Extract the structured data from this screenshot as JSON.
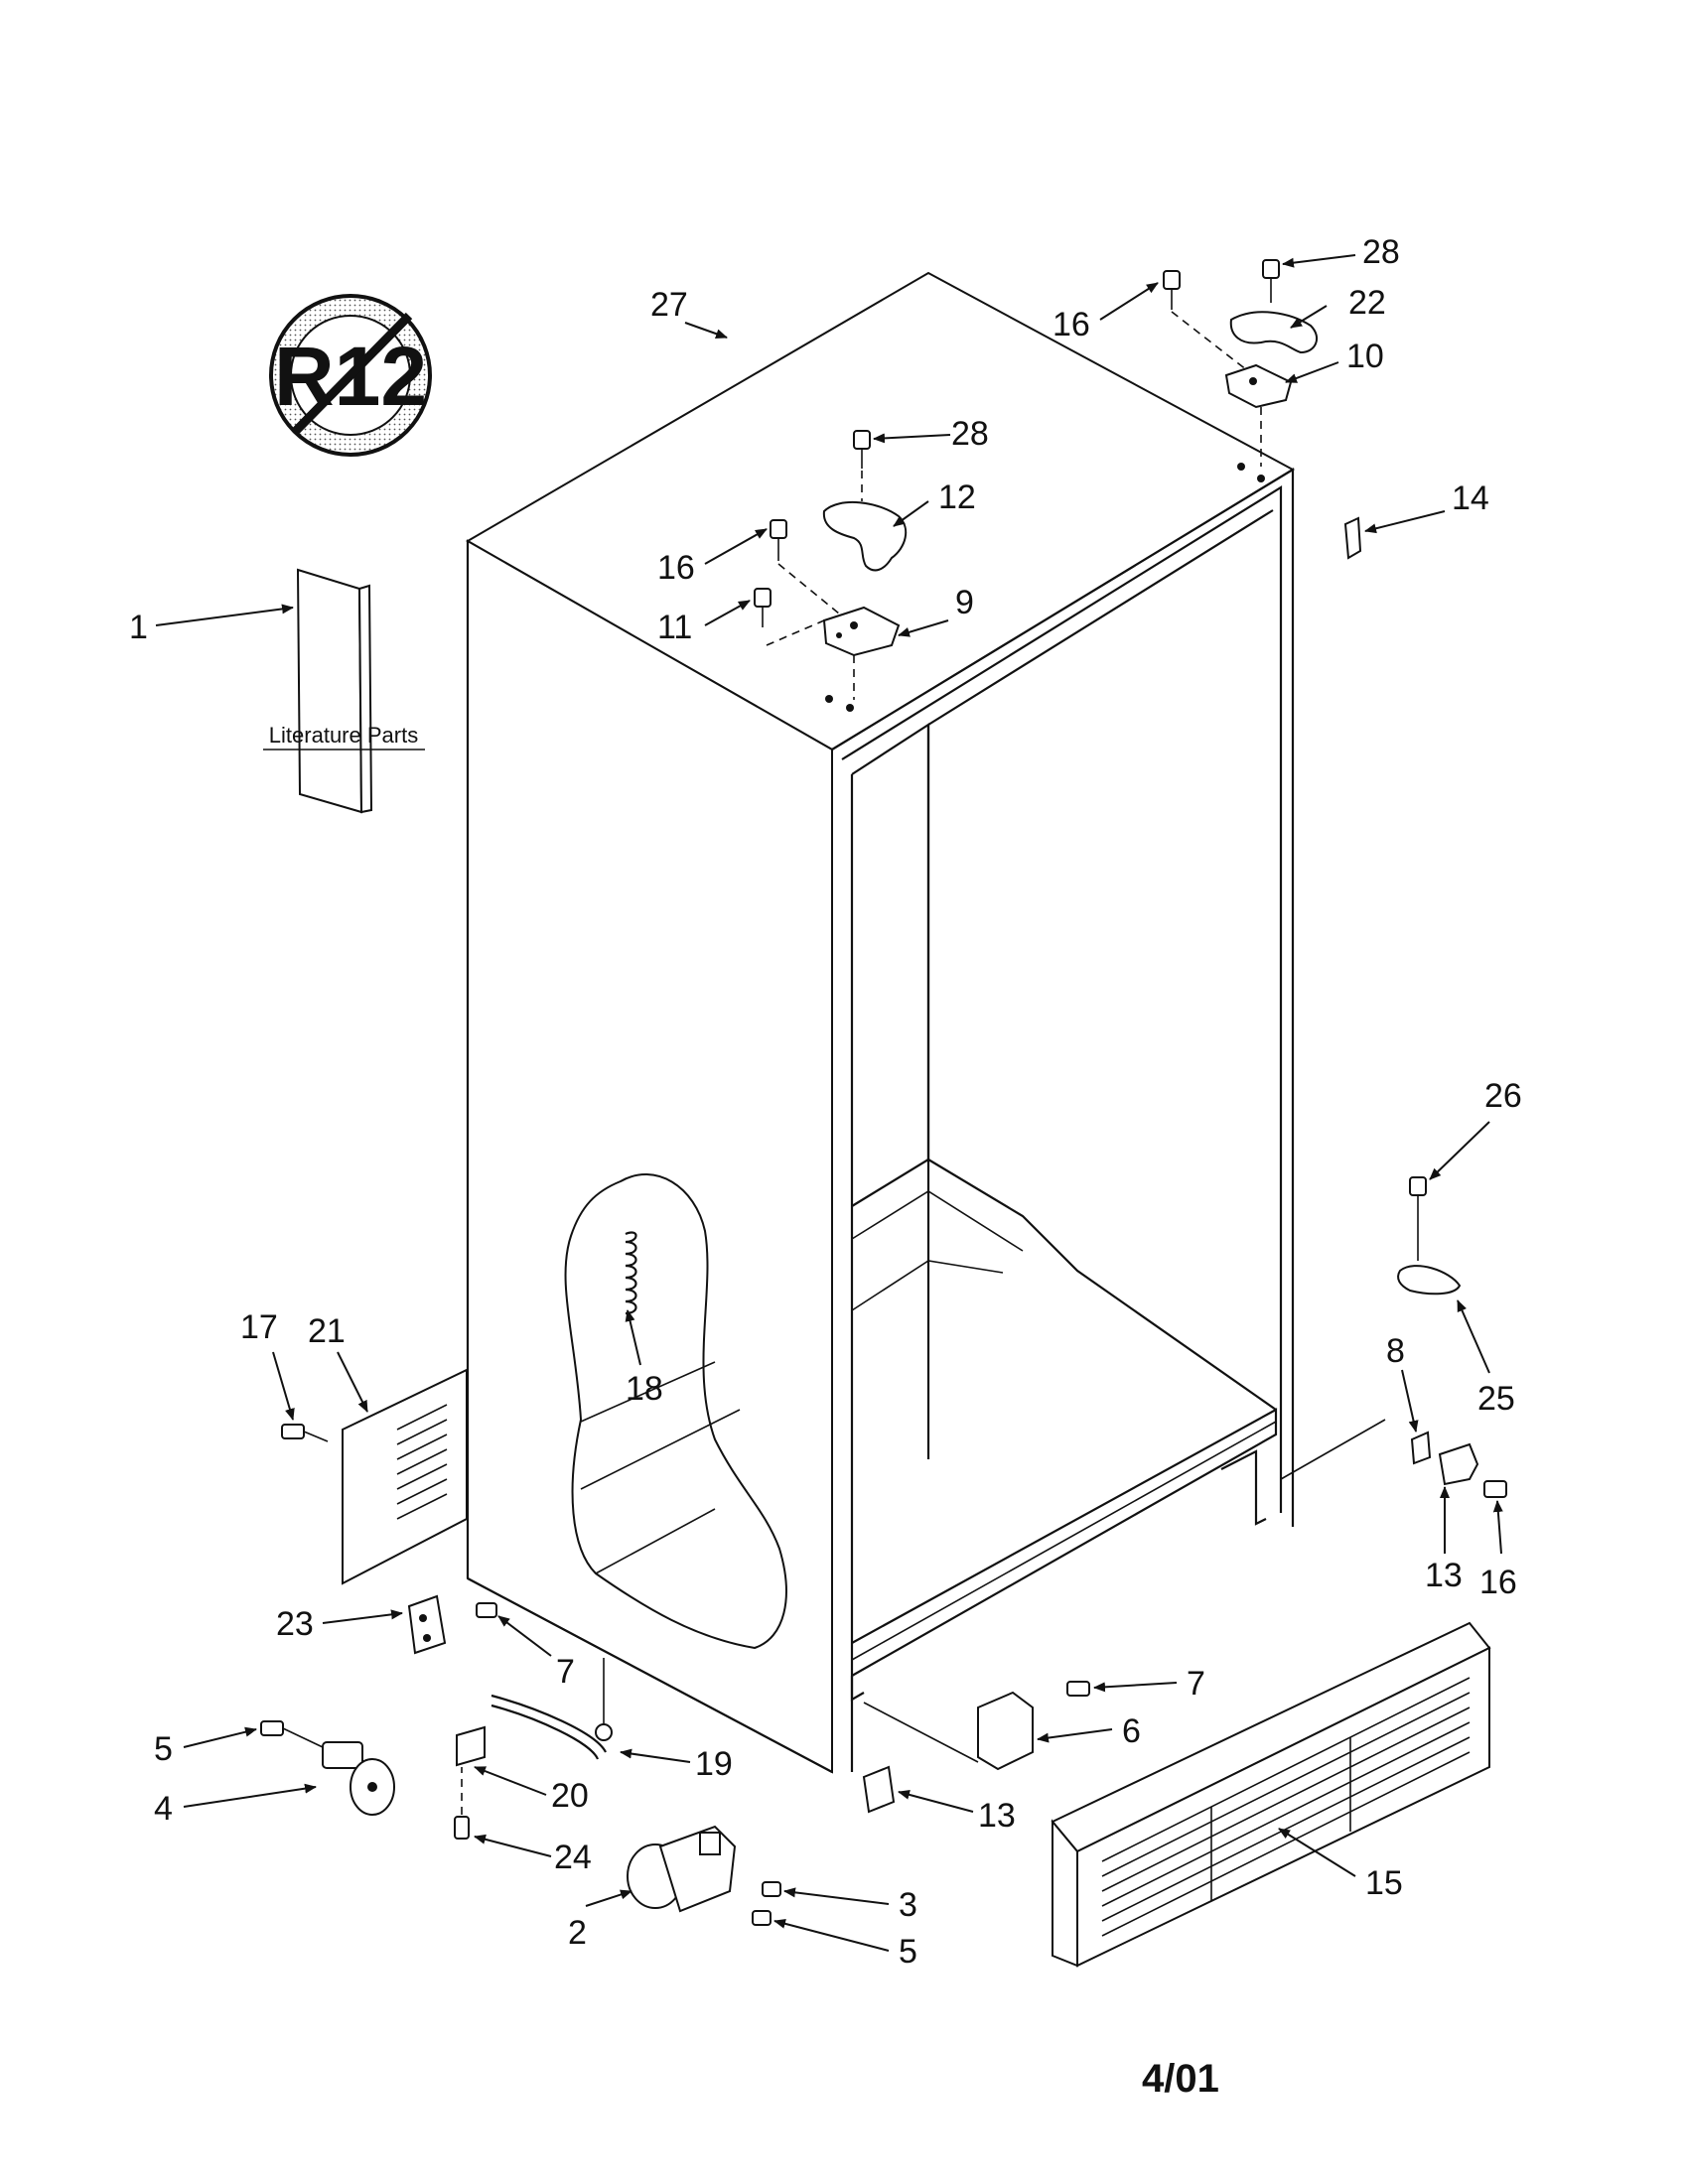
{
  "diagram": {
    "literature_label": "Literature Parts",
    "revision_date": "4/01",
    "no_refrigerant_symbol_text": "R12",
    "callouts": [
      "1",
      "2",
      "3",
      "4",
      "5",
      "6",
      "7",
      "8",
      "9",
      "10",
      "11",
      "12",
      "13",
      "14",
      "15",
      "16",
      "17",
      "18",
      "19",
      "20",
      "21",
      "22",
      "23",
      "24",
      "25",
      "26",
      "27",
      "28"
    ]
  }
}
